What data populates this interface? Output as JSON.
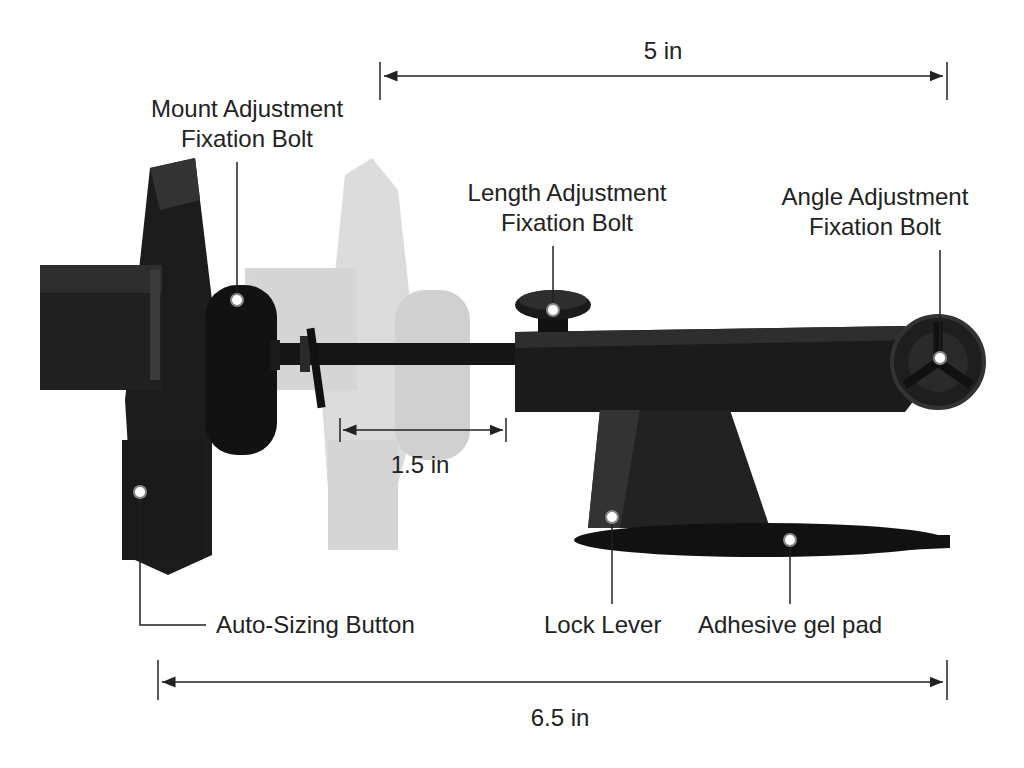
{
  "diagram": {
    "labels": [
      "5 in",
      "Mount Adjustment Fixation Bolt",
      "Length Adjustment Fixation Bolt",
      "Angle Adjustment Fixation Bolt",
      "1.5 in",
      "Auto-Sizing Button",
      "Lock Lever",
      "Adhesive gel pad",
      "6.5 in"
    ]
  }
}
